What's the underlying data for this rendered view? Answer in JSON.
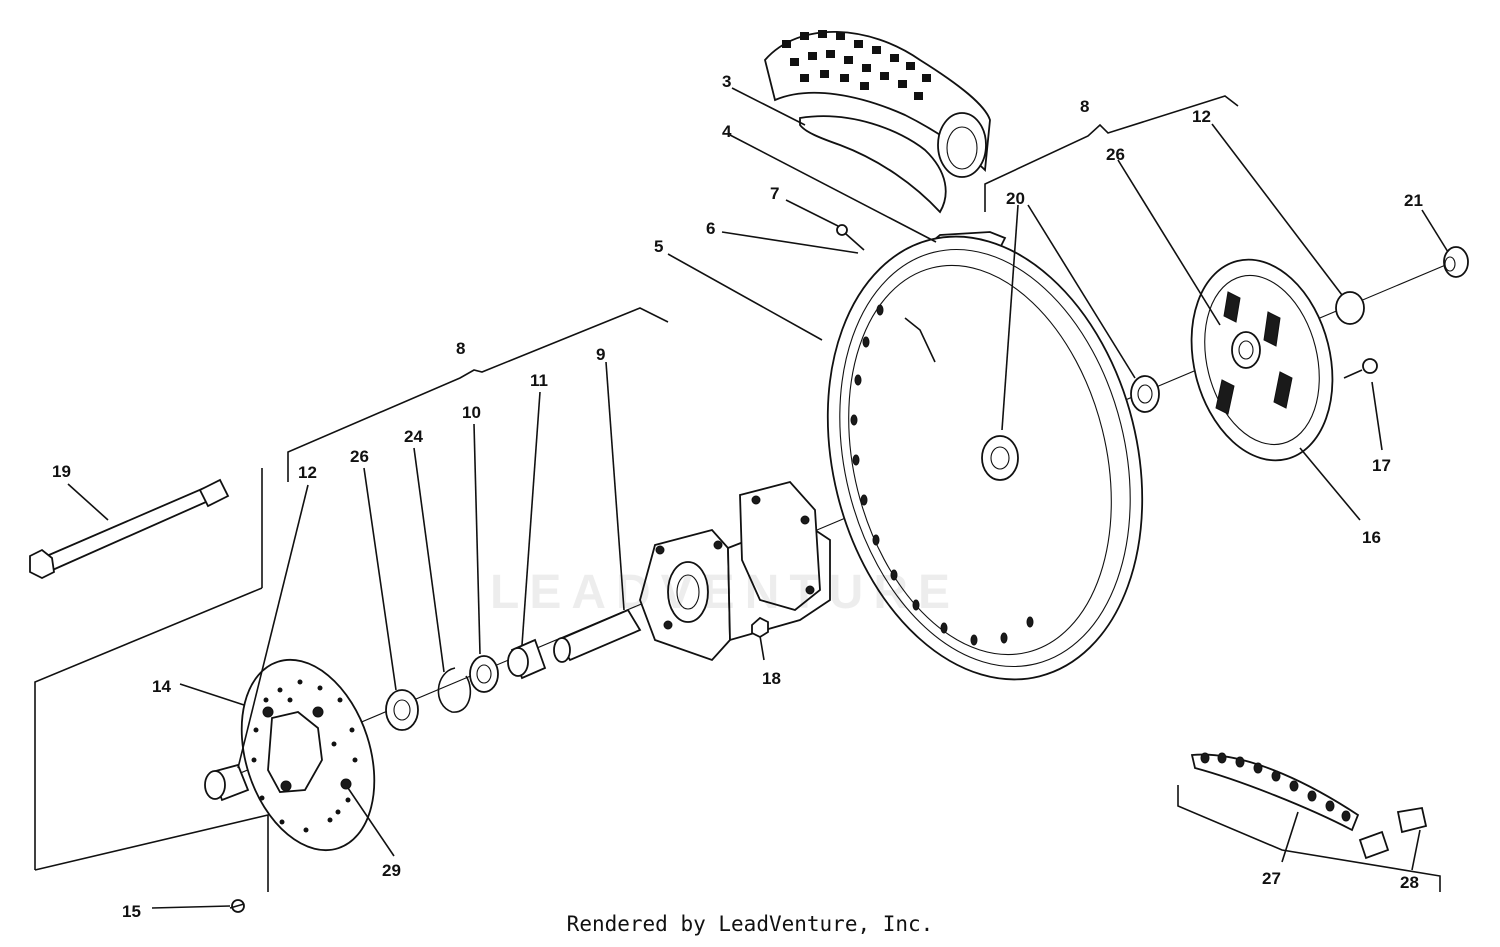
{
  "diagram": {
    "type": "exploded-parts-diagram",
    "callouts": [
      "3",
      "4",
      "8",
      "12",
      "26",
      "20",
      "7",
      "6",
      "21",
      "5",
      "9",
      "11",
      "10",
      "24",
      "8",
      "19",
      "12",
      "26",
      "17",
      "16",
      "18",
      "14",
      "29",
      "15",
      "27",
      "28"
    ]
  },
  "watermark": {
    "text": "LEADVENTURE"
  },
  "footer": {
    "text": "Rendered by LeadVenture, Inc."
  }
}
